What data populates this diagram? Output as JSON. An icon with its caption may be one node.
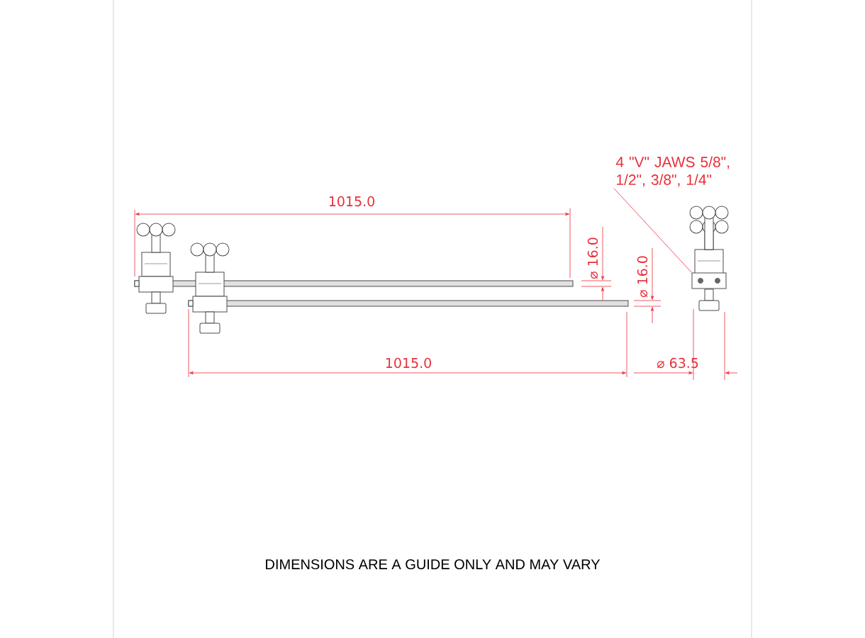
{
  "diagram": {
    "caption": "DIMENSIONS ARE A GUIDE ONLY AND MAY VARY",
    "nodes": [
      {
        "text": [
          "4 \"V\" JAWS 5/8\", 1/2\", 3/8\", 1/4\""
        ]
      },
      {
        "text": [],
        "shape": "picture"
      }
    ],
    "edges": [
      {
        "from": 0,
        "to": 1,
        "arrow": "none"
      }
    ],
    "labels": [
      "1015.0",
      "⌀ 16.0",
      "⌀ 16.0",
      "1015.0",
      "⌀ 63.5"
    ]
  }
}
